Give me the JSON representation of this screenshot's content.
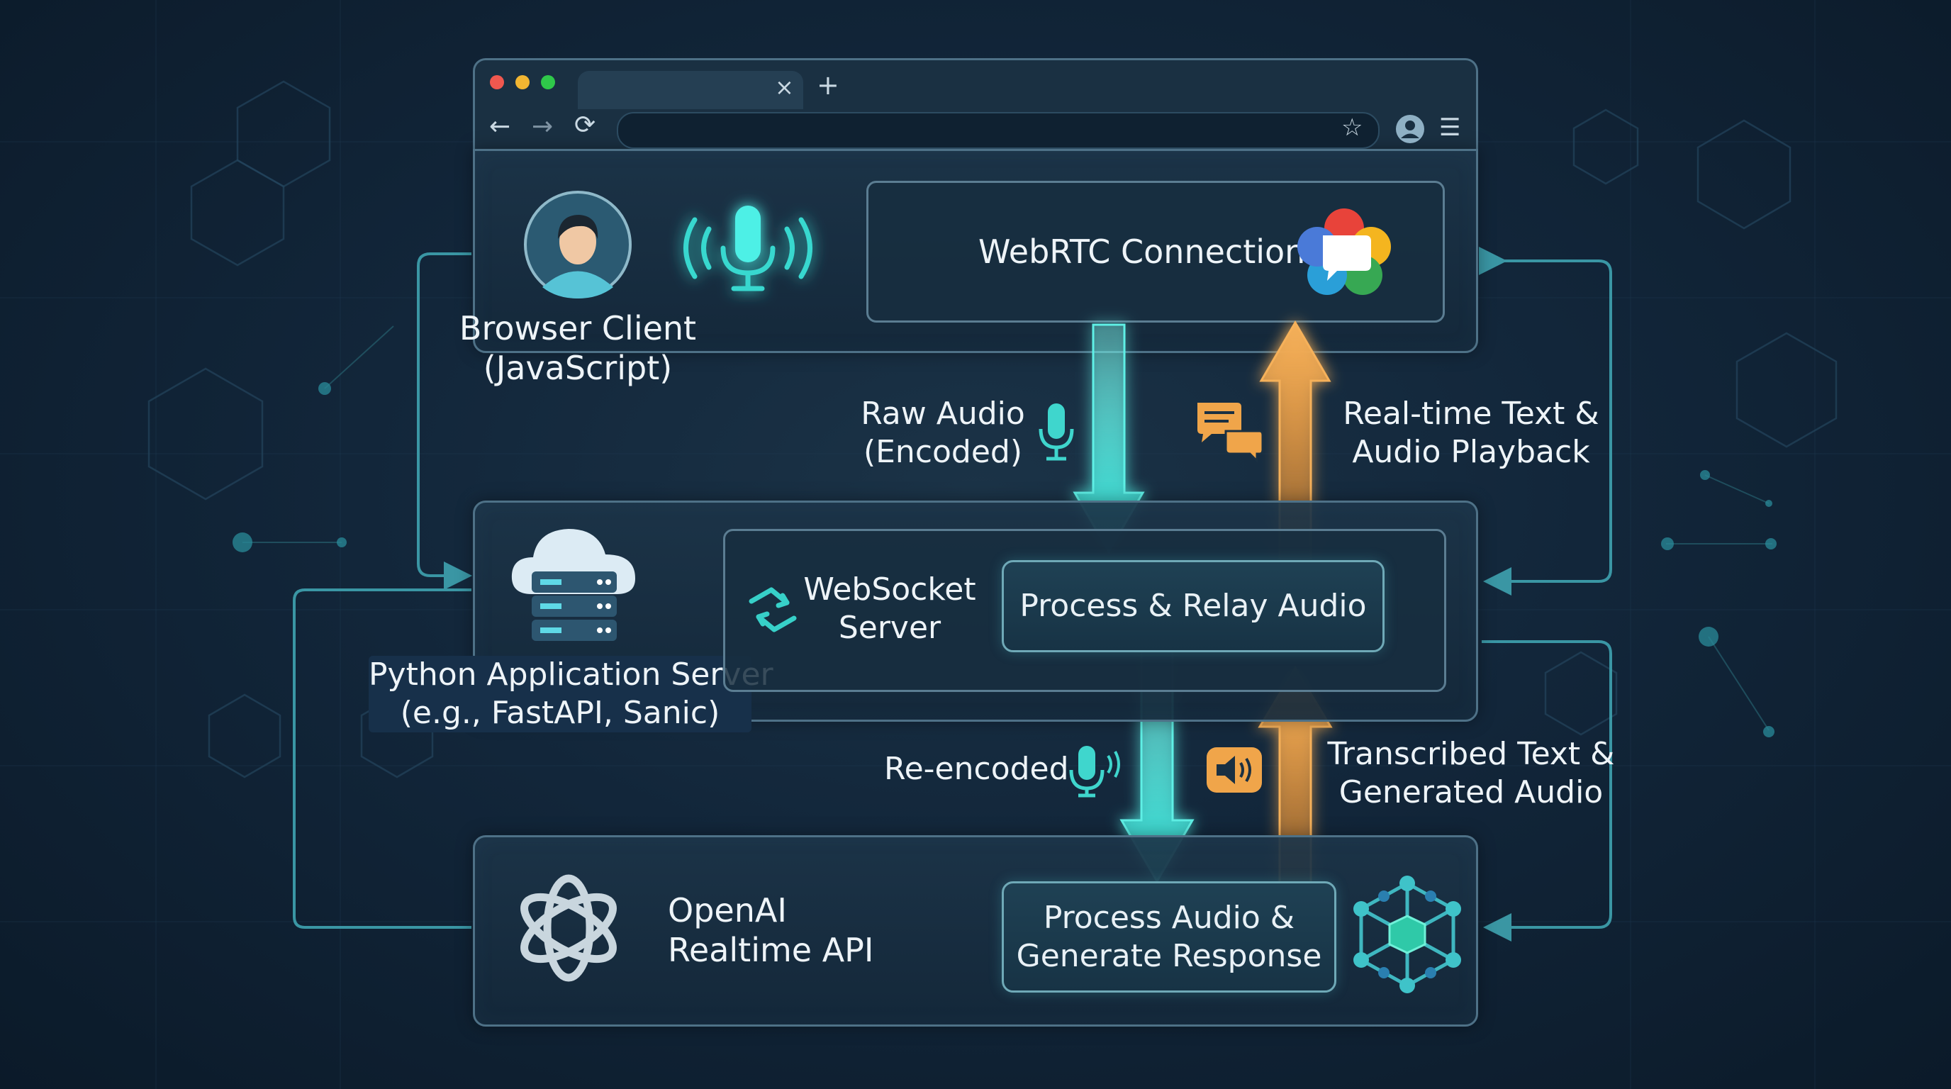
{
  "browser": {
    "tab_close": "×",
    "new_tab": "+",
    "nav_back": "←",
    "nav_forward": "→",
    "reload": "⟳",
    "bookmark": "☆",
    "menu": "☰"
  },
  "browser_client": {
    "title_line1": "Browser Client",
    "title_line2": "(JavaScript)",
    "webrtc_label": "WebRTC Connection"
  },
  "upstream_1": {
    "line1": "Raw Audio",
    "line2": "(Encoded)"
  },
  "downstream_1": {
    "line1": "Real-time Text &",
    "line2": "Audio Playback"
  },
  "app_server": {
    "title_line1": "Python Application Server",
    "title_line2": "(e.g., FastAPI, Sanic)",
    "websocket_line1": "WebSocket",
    "websocket_line2": "Server",
    "relay_label": "Process & Relay Audio"
  },
  "upstream_2": {
    "label": "Re-encoded"
  },
  "downstream_2": {
    "line1": "Transcribed Text &",
    "line2": "Generated Audio"
  },
  "openai": {
    "title_line1": "OpenAI",
    "title_line2": "Realtime API",
    "process_line1": "Process Audio &",
    "process_line2": "Generate Response"
  },
  "colors": {
    "upstream_arrow": "#33d6cf",
    "downstream_arrow": "#f0a54a",
    "connector": "#3fa3b0",
    "panel_border": "#4e7187"
  },
  "icons": [
    "user-avatar-icon",
    "microphone-broadcast-icon",
    "webrtc-logo-icon",
    "microphone-icon",
    "chat-bubbles-icon",
    "cloud-server-icon",
    "sync-arrows-icon",
    "microphone-waves-icon",
    "speaker-icon",
    "openai-logo-icon",
    "network-hexagon-icon"
  ]
}
